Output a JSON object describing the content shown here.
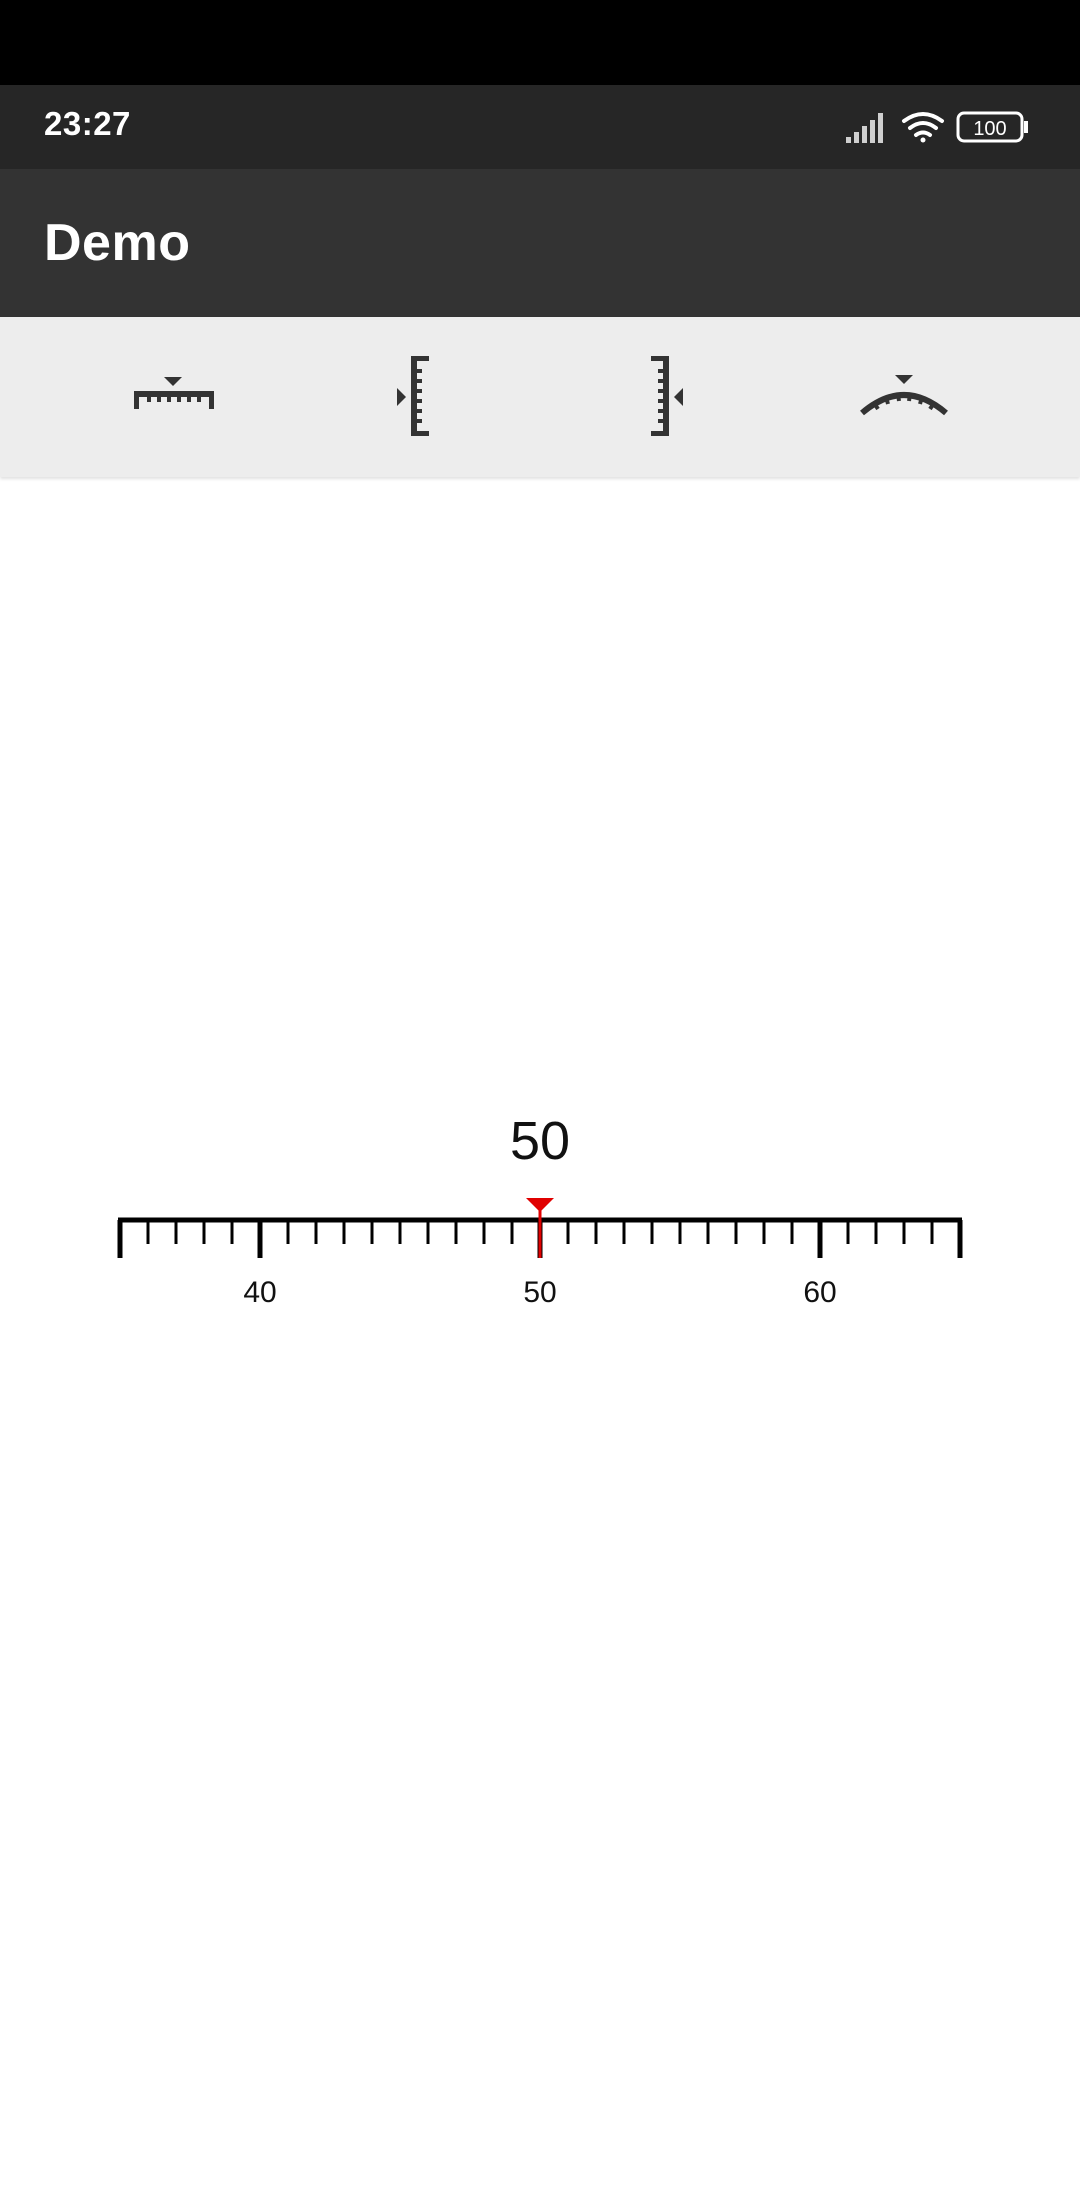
{
  "status_bar": {
    "time": "23:27",
    "battery": "100",
    "icons": [
      "signal-icon",
      "wifi-icon",
      "battery-icon"
    ]
  },
  "app_bar": {
    "title": "Demo"
  },
  "toolbar": {
    "buttons": [
      {
        "name": "horizontal-ruler-icon"
      },
      {
        "name": "vertical-ruler-left-icon"
      },
      {
        "name": "vertical-ruler-right-icon"
      },
      {
        "name": "arc-ruler-icon"
      }
    ]
  },
  "ruler": {
    "value": "50",
    "min": 35,
    "max": 65,
    "major_step": 10,
    "minor_step": 1,
    "labels": [
      "40",
      "50",
      "60"
    ],
    "indicator_color": "#e00000"
  }
}
